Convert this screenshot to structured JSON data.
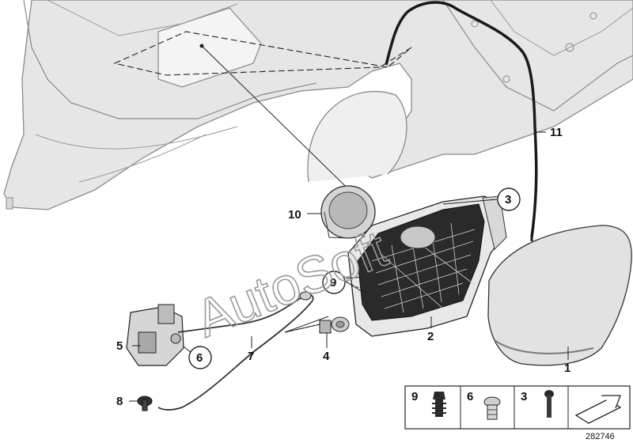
{
  "labels": {
    "l1": "1",
    "l2": "2",
    "l3": "3",
    "l4": "4",
    "l5": "5",
    "l6": "6",
    "l7": "7",
    "l8": "8",
    "l9": "9",
    "l10": "10",
    "l11": "11"
  },
  "legend": {
    "a": "9",
    "b": "6",
    "c": "3"
  },
  "watermark": "AutoSoft",
  "drawing_number": "282746",
  "colors": {
    "body": "#e4e4e4",
    "line": "#8a8a8a",
    "cap": "#dcdcdc",
    "grid": "#2e2e2e"
  }
}
